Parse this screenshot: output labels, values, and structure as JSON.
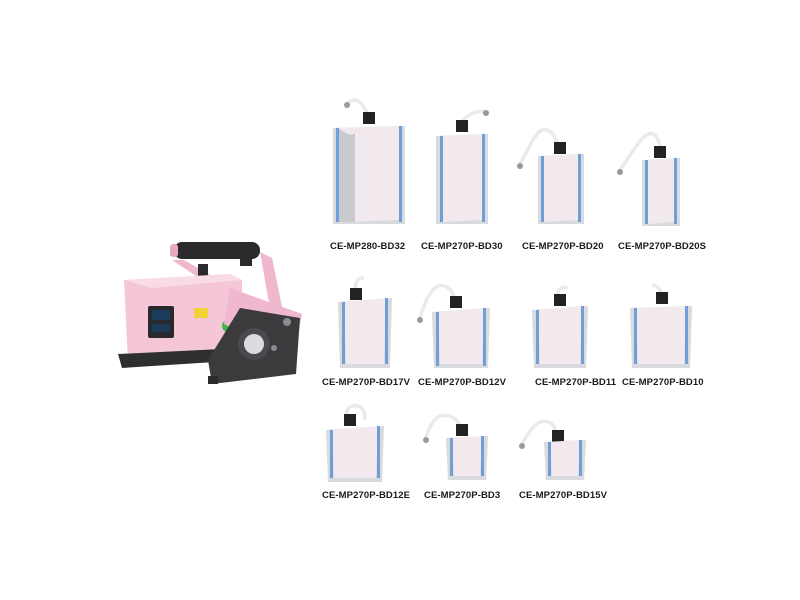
{
  "colors": {
    "machine_pink": "#f4c6d8",
    "machine_dark": "#3b3b3e",
    "wrap_silver": "#d9dadd",
    "wrap_inner": "#f2e9ee",
    "edge_blue": "#6f9fd6",
    "caption_text": "#1a1a1a"
  },
  "machine": {
    "icon": "heat-press-machine-icon"
  },
  "heaters": [
    {
      "label": "CE-MP280-BD32"
    },
    {
      "label": "CE-MP270P-BD30"
    },
    {
      "label": "CE-MP270P-BD20"
    },
    {
      "label": "CE-MP270P-BD20S"
    },
    {
      "label": "CE-MP270P-BD17V"
    },
    {
      "label": "CE-MP270P-BD12V"
    },
    {
      "label": "CE-MP270P-BD11"
    },
    {
      "label": "CE-MP270P-BD10"
    },
    {
      "label": "CE-MP270P-BD12E"
    },
    {
      "label": "CE-MP270P-BD3"
    },
    {
      "label": "CE-MP270P-BD15V"
    }
  ]
}
